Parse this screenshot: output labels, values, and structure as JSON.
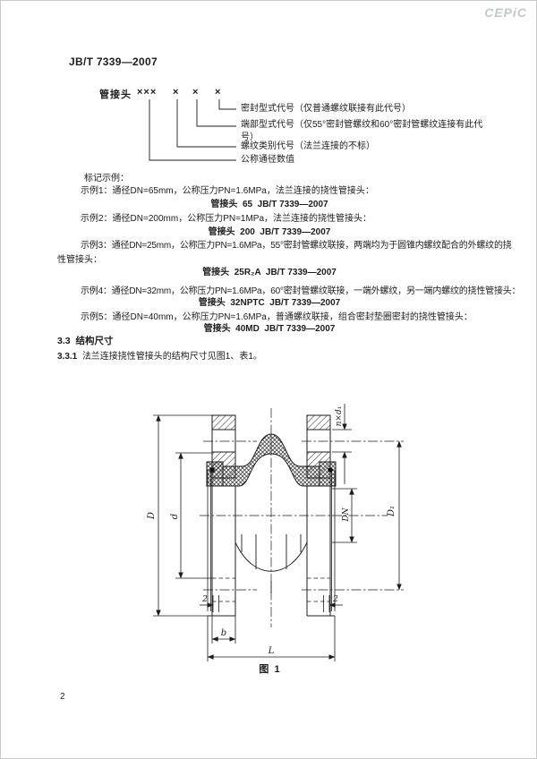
{
  "watermark": "CEPiC",
  "header": "JB/T 7339—2007",
  "page_number": "2",
  "designation": {
    "prefix": "管接头",
    "marks": [
      "×××",
      "×",
      "×",
      "×"
    ],
    "callouts": [
      "密封型式代号（仅普通螺纹联接有此代号）",
      "端部型式代号（仅55°密封管螺纹和60°密封管螺纹连接有此代号）",
      "螺纹类别代号（法兰连接的不标）",
      "公称通径数值"
    ]
  },
  "examples": {
    "heading": "标记示例：",
    "ex1": {
      "desc": "示例1：通径DN=65mm，公称压力PN=1.6MPa，法兰连接的挠性管接头：",
      "code": "管接头  65  JB/T 7339—2007"
    },
    "ex2": {
      "desc": "示例2：通径DN=200mm，公称压力PN=1MPa，法兰连接的挠性管接头：",
      "code": "管接头  200  JB/T 7339—2007"
    },
    "ex3": {
      "desc": "示例3：通径DN=25mm，公称压力PN=1.6MPa，55°密封管螺纹联接，两端均为于圆锥内螺纹配合的外螺纹的挠",
      "desc2": "性管接头：",
      "code": "管接头  25R₂A  JB/T 7339—2007"
    },
    "ex4": {
      "desc": "示例4：通径DN=32mm，公称压力PN=1.6MPa，60°密封管螺纹联接，一端外螺纹，另一端内螺纹的挠性管接头：",
      "code": "管接头  32NPTC  JB/T 7339—2007"
    },
    "ex5": {
      "desc": "示例5：通径DN=40mm，公称压力PN=1.6MPa，普通螺纹联接，组合密封垫圈密封的挠性管接头：",
      "code": "管接头  40MD  JB/T 7339—2007"
    }
  },
  "section": {
    "number": "3.3",
    "title": "结构尺寸",
    "sub_number": "3.3.1",
    "sub_text": "法兰连接挠性管接头的结构尺寸见图1、表1。"
  },
  "figure": {
    "caption": "图  1",
    "dim_D": "D",
    "dim_d": "d",
    "dim_nd1": "n×d₁",
    "dim_D1": "D₁",
    "dim_DN": "DN",
    "dim_gap_left": "2",
    "dim_gap_right": "2",
    "dim_b": "b",
    "dim_L": "L"
  },
  "colors": {
    "ink": "#1c1c1c",
    "watermark": "#c3cac3",
    "paper": "#ffffff"
  }
}
